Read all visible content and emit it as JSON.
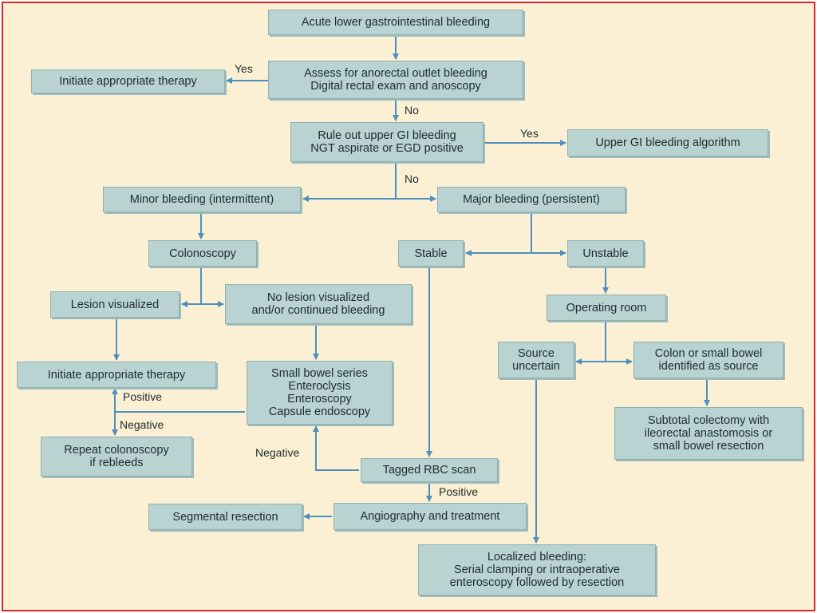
{
  "nodes": {
    "acute": "Acute lower gastrointestinal bleeding",
    "assess": "Assess for anorectal outlet bleeding\nDigital rectal exam and anoscopy",
    "therapy_top": "Initiate appropriate therapy",
    "ruleout": "Rule out upper GI bleeding\nNGT aspirate or EGD positive",
    "upper_gi": "Upper GI bleeding algorithm",
    "minor": "Minor bleeding (intermittent)",
    "major": "Major bleeding (persistent)",
    "colonoscopy": "Colonoscopy",
    "stable": "Stable",
    "unstable": "Unstable",
    "lesion": "Lesion visualized",
    "no_lesion": "No lesion visualized\nand/or continued bleeding",
    "operating": "Operating room",
    "source_uncertain": "Source\nuncertain",
    "colon_source": "Colon or small bowel\nidentified as source",
    "therapy_mid": "Initiate appropriate therapy",
    "small_bowel": "Small bowel series\nEnteroclysis\nEnteroscopy\nCapsule endoscopy",
    "subtotal": "Subtotal colectomy with\nileorectal anastomosis or\nsmall bowel resection",
    "repeat": "Repeat colonoscopy\nif rebleeds",
    "tagged": "Tagged RBC scan",
    "segmental": "Segmental resection",
    "angio": "Angiography and treatment",
    "localized": "Localized bleeding:\nSerial clamping or intraoperative\nenteroscopy followed by resection"
  },
  "labels": {
    "yes_anorectal": "Yes",
    "no_anorectal": "No",
    "yes_upper": "Yes",
    "no_upper": "No",
    "positive_therapy": "Positive",
    "negative_repeat": "Negative",
    "negative_tagged": "Negative",
    "positive_tagged": "Positive"
  },
  "colors": {
    "background": "#fbf0d3",
    "box_fill": "#b9d3d3",
    "arrow": "#4e8fbf",
    "frame": "#d8262c"
  }
}
